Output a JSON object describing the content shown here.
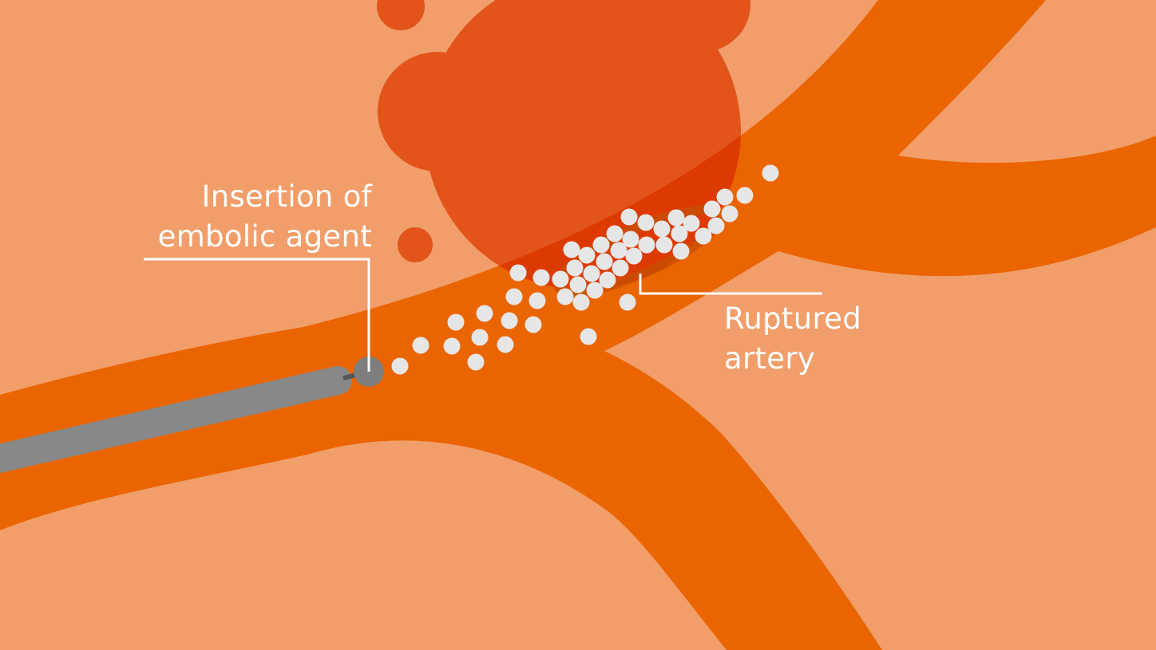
{
  "labels": {
    "insertion_line1": "Insertion of",
    "insertion_line2": "embolic agent",
    "rupture_line1": "Ruptured",
    "rupture_line2": "artery"
  },
  "colors": {
    "background": "#F19E6A",
    "artery": "#EA6500",
    "blood": "#E2541A",
    "blood_in_artery": "#DD3A00",
    "embolic_particles": "#E6E6E6",
    "catheter": "#888888",
    "label_text": "#FFFFFF"
  },
  "icons": [
    "catheter",
    "embolic-particles",
    "hemorrhage-blob"
  ]
}
